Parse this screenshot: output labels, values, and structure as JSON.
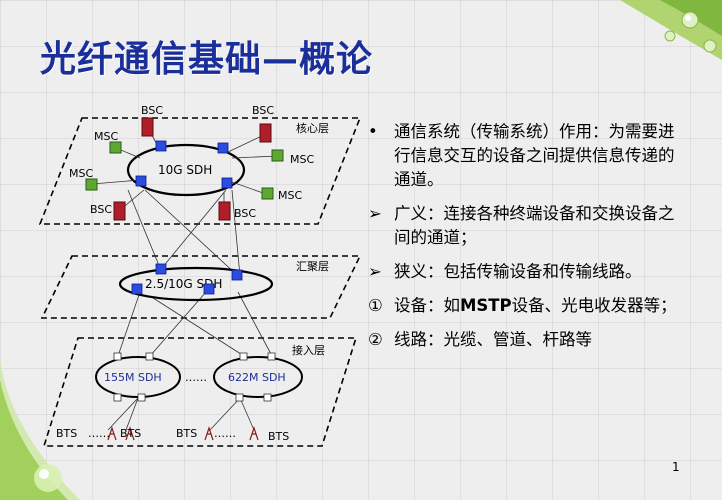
{
  "title": "光纤通信基础—概论",
  "diagram": {
    "layers": {
      "core": "核心层",
      "aggregation": "汇聚层",
      "access": "接入层"
    },
    "rings": {
      "core": "10G SDH",
      "aggregation": "2.5/10G SDH",
      "access_left": "155M SDH",
      "access_right": "622M SDH"
    },
    "labels": {
      "bsc_tl": "BSC",
      "bsc_tr": "BSC",
      "bsc_bl": "BSC",
      "bsc_br": "BSC",
      "msc_1": "MSC",
      "msc_2": "MSC",
      "msc_3": "MSC",
      "msc_4": "MSC",
      "ellipsis_ring": "……",
      "bts_1": "BTS",
      "bts_ellipsis_1": "……",
      "bts_2": "BTS",
      "bts_3": "BTS",
      "bts_ellipsis_2": "……",
      "bts_4": "BTS"
    }
  },
  "bullets": [
    {
      "marker": "•",
      "text": "通信系统（传输系统）作用：为需要进行信息交互的设备之间提供信息传递的通道。"
    },
    {
      "marker": "➢",
      "text": "广义：连接各种终端设备和交换设备之间的通道；"
    },
    {
      "marker": "➢",
      "text": "狭义：包括传输设备和传输线路。"
    },
    {
      "marker": "①",
      "pre": "设备：如",
      "bold": "MSTP",
      "post": "设备、光电收发器等；"
    },
    {
      "marker": "②",
      "text": "线路：光缆、管道、杆路等"
    }
  ],
  "page_number": "1",
  "colors": {
    "title": "#1b2f9a",
    "accent_green": "#8ac43f",
    "node_blue": "#1f3fd6",
    "bsc_red": "#b01e2a"
  }
}
